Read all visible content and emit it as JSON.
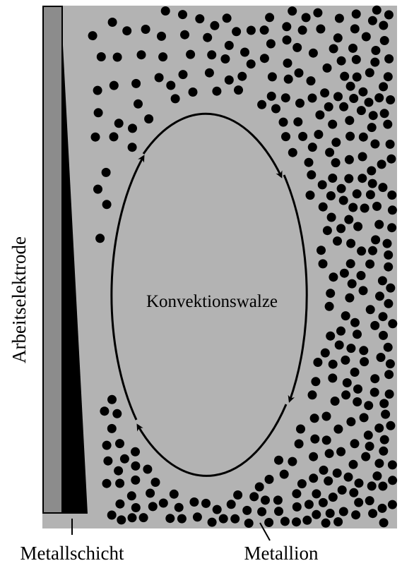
{
  "labels": {
    "electrode": "Arbeitselektrode",
    "convection": "Konvektionswalze",
    "metal_layer": "Metallschicht",
    "metal_ion": "Metallion"
  },
  "colors": {
    "electrolyte": "#b3b3b3",
    "electrode": "#8c8c8c",
    "metal_layer": "#000000",
    "ion": "#000000"
  },
  "legend": {
    "convection_direction": "clockwise",
    "ion_density": "increases toward the right and toward the bottom"
  }
}
